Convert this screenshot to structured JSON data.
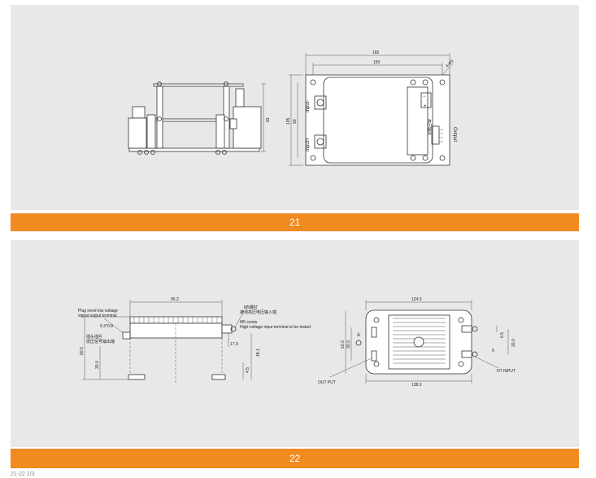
{
  "figures": [
    {
      "number": "21",
      "dimensions": {
        "overall_width": "165",
        "hole_pitch": "150",
        "hole": "4-Φ5",
        "overall_height": "105",
        "inner_height": "90",
        "side_height": "93"
      },
      "labels": {
        "input_minus": "Input-",
        "input_plus": "Input+",
        "output": "Output",
        "terminal_minus": "−",
        "terminal_plus": "+",
        "chinese_label": "高压输出"
      }
    },
    {
      "number": "22",
      "dimensions": {
        "length": "95.2",
        "height": "60.5",
        "pin": "6.3*0.8",
        "side_30": "30.0",
        "d17_9": "17.9",
        "d48_1": "48.1",
        "d4_5": "4.5",
        "top_width": "124.0",
        "bottom_width": "138.0",
        "left_62": "62.0",
        "left_30": "30.0",
        "right_65": "6.5",
        "right_30": "30.0",
        "right_9": "9"
      },
      "labels": {
        "plug_note_line1": "Plug need low voltage",
        "plug_note_line2": "signal output terminal",
        "cn_plug_line1": "插头插片",
        "cn_plug_line2": "低压信号输出端",
        "m5_cn": "M5螺钉",
        "m5_cn2": "被测高压电压输入端",
        "m5_en1": "M5 screw",
        "m5_en2": "High-voltage input terminal to be tested",
        "point_a": "A",
        "out_put": "OUT PUT",
        "ht_input": "HT INPUT"
      }
    }
  ],
  "footer": "21-22 1/3"
}
